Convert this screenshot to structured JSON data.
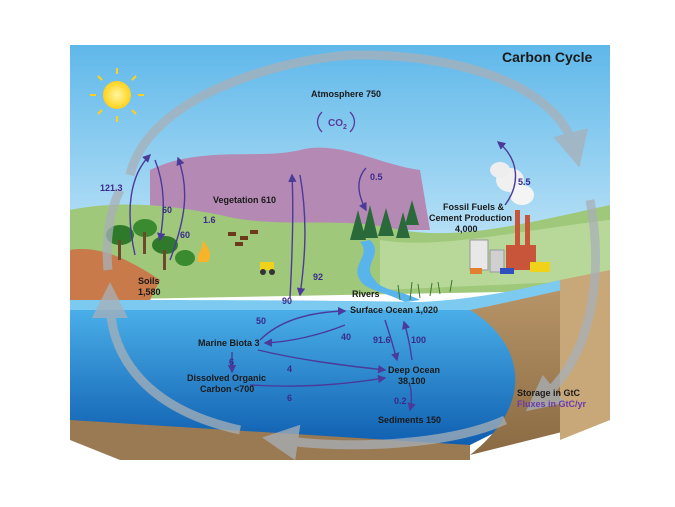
{
  "title": "Carbon Cycle",
  "co2": "CO",
  "co2_sub": "2",
  "stores": {
    "atmosphere": "Atmosphere 750",
    "vegetation": "Vegetation 610",
    "soils_1": "Soils",
    "soils_2": "1,580",
    "fossil_1": "Fossil Fuels &",
    "fossil_2": "Cement Production",
    "fossil_3": "4,000",
    "rivers": "Rivers",
    "surface_ocean": "Surface Ocean 1,020",
    "marine_biota": "Marine Biota 3",
    "doc_1": "Dissolved Organic",
    "doc_2": "Carbon <700",
    "deep_ocean_1": "Deep Ocean",
    "deep_ocean_2": "38,100",
    "sediments": "Sediments 150"
  },
  "fluxes": {
    "f121": "121.3",
    "f60a": "60",
    "f60b": "60",
    "f16": "1.6",
    "f92": "92",
    "f90": "90",
    "f05": "0.5",
    "f55": "5.5",
    "f50": "50",
    "f40": "40",
    "f916": "91.6",
    "f100": "100",
    "f6a": "6",
    "f4": "4",
    "f6b": "6",
    "f02": "0.2"
  },
  "legend": {
    "storage": "Storage in GtC",
    "fluxes": "Fluxes in GtC/yr"
  },
  "colors": {
    "sky": "#7fc8ee",
    "ocean": "#2a8fd6",
    "deep": "#1a6fc0",
    "flux_arrow": "#4a3a9a",
    "land": "#9fc87a"
  }
}
